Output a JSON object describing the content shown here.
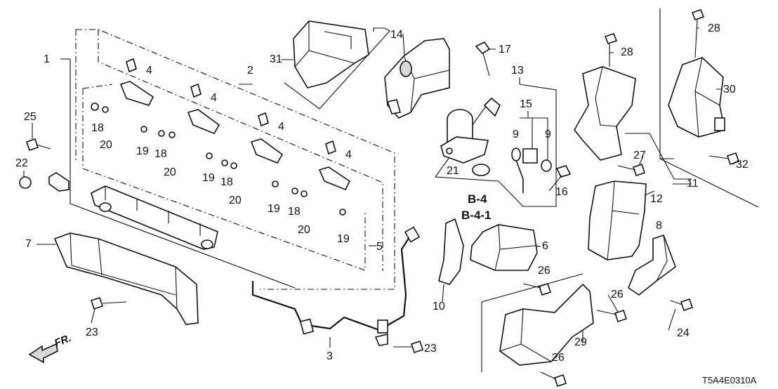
{
  "diagram": {
    "code": "T5A4E0310A",
    "front_label": "FR.",
    "references": [
      "B-4",
      "B-4-1"
    ],
    "callouts": {
      "c1": "1",
      "c2": "2",
      "c3": "3",
      "c4a": "4",
      "c4b": "4",
      "c4c": "4",
      "c4d": "4",
      "c5": "5",
      "c6": "6",
      "c7": "7",
      "c8": "8",
      "c9a": "9",
      "c9b": "9",
      "c10": "10",
      "c11": "11",
      "c12": "12",
      "c13": "13",
      "c14": "14",
      "c15": "15",
      "c16": "16",
      "c17": "17",
      "c18a": "18",
      "c18b": "18",
      "c18c": "18",
      "c18d": "18",
      "c19a": "19",
      "c19b": "19",
      "c19c": "19",
      "c19d": "19",
      "c20a": "20",
      "c20b": "20",
      "c20c": "20",
      "c20d": "20",
      "c21": "21",
      "c22": "22",
      "c23a": "23",
      "c23b": "23",
      "c24": "24",
      "c25": "25",
      "c26a": "26",
      "c26b": "26",
      "c26c": "26",
      "c27": "27",
      "c28a": "28",
      "c28b": "28",
      "c29": "29",
      "c30": "30",
      "c31": "31",
      "c32": "32"
    }
  }
}
